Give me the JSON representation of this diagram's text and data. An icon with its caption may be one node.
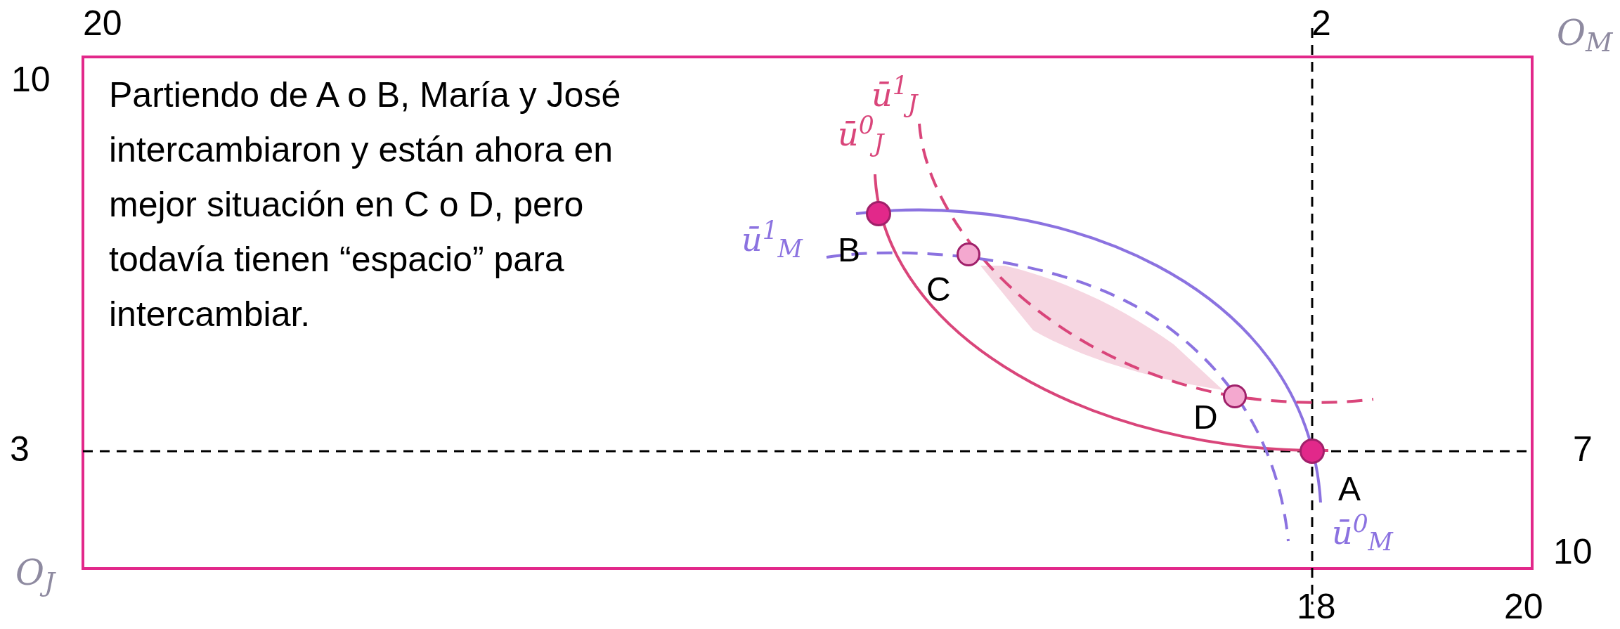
{
  "diagram": {
    "nodes": [
      {
        "text": [],
        "shape": "circle",
        "beside": [
          "B"
        ]
      },
      {
        "text": [],
        "shape": "circle",
        "beside": [
          "C"
        ]
      },
      {
        "text": [],
        "shape": "circle",
        "beside": [
          "D"
        ]
      },
      {
        "text": [],
        "shape": "circle",
        "beside": [
          "A"
        ]
      }
    ],
    "edges": [],
    "labels": [
      "20",
      "2",
      "O$_{M}$",
      "10",
      "Partiendo de A o B, María y José intercambiaron y están ahora en mejor situación en C o D, pero todavía tienen “espacio” para intercambiar.",
      "ū$^{1}$$_{J}$",
      "ū$^{0}$$_{J}$",
      "ū$^{1}$$_{M}$",
      "3",
      "7",
      "ū$^{0}$$_{M}$",
      "10",
      "O$_{J}$",
      "18",
      "20"
    ]
  }
}
